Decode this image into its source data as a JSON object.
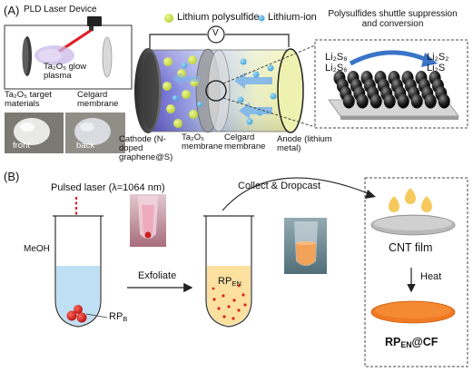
{
  "panel_a": {
    "label": "(A)",
    "pld_device": "PLD Laser Device",
    "plasma": "Ta₂O₅ glow plasma",
    "target": "Ta₂O₅ target materials",
    "celgard_top": "Celgard membrane",
    "front": "front",
    "back": "back",
    "legend_polysulfide": "Lithium polysulfide",
    "legend_lithium_ion": "Lithium-ion",
    "voltmeter": "V",
    "cathode": "Cathode (N-doped graphene@S)",
    "ta_membrane": "Ta₂O₅ membrane",
    "celgard_bottom": "Celgard membrane",
    "anode": "Anode (lithium metal)",
    "shuttle_title": "Polysulfides shuttle suppression and conversion",
    "species_left_1": "Li₂S₈",
    "species_left_2": "Li₂S₆",
    "species_right_1": "Li₂S₂",
    "species_right_2": "Li₂S"
  },
  "panel_b": {
    "label": "(B)",
    "pulsed_laser": "Pulsed laser (λ=1064 nm)",
    "meoh": "MeOH",
    "rpb": "RP",
    "rpb_sub": "B",
    "exfoliate": "Exfoliate",
    "collect": "Collect & Dropcast",
    "rpen": "RP",
    "rpen_sub": "EN",
    "cnt_film": "CNT film",
    "heat": "Heat",
    "product": "RP",
    "product_sub": "EN",
    "product_suffix": "@CF"
  },
  "colors": {
    "legend_polysulfide": "#c9e04a",
    "legend_lithium_ion": "#5ab4e6",
    "orange": "#f07a22",
    "red": "#d9231e",
    "blue_liquid": "#bfe0f4",
    "cream": "#fbe0a0"
  }
}
